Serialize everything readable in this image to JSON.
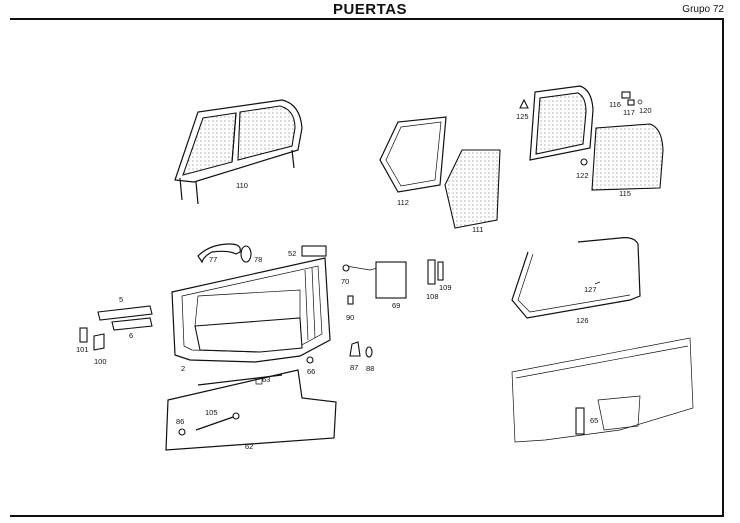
{
  "header": {
    "title": "PUERTAS",
    "group": "Grupo 72"
  },
  "parts": {
    "p110": "110",
    "p112": "112",
    "p111": "111",
    "p125": "125",
    "p116": "116",
    "p117": "117",
    "p120": "120",
    "p122": "122",
    "p115": "115",
    "p77": "77",
    "p78": "78",
    "p52": "52",
    "p5": "5",
    "p6": "6",
    "p101": "101",
    "p100": "100",
    "p2": "2",
    "p70": "70",
    "p69": "69",
    "p108": "108",
    "p109": "109",
    "p90": "90",
    "p87": "87",
    "p88": "88",
    "p66": "66",
    "p63": "63",
    "p127": "127",
    "p126": "126",
    "p86": "86",
    "p105": "105",
    "p62": "62",
    "p65": "65"
  }
}
